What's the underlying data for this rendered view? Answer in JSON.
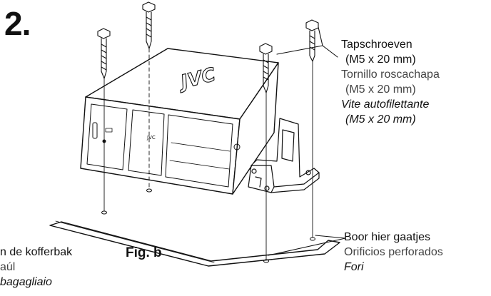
{
  "step_number": "2.",
  "figure_label": "Fig. b",
  "box_logo": "JVC",
  "screw_label": {
    "nl": "Tapschroeven",
    "nl_size": "(M5 x 20 mm)",
    "es": "Tornillo roscachapa",
    "es_size": "(M5 x 20 mm)",
    "it": "Vite autofilettante",
    "it_size": "(M5 x 20 mm)"
  },
  "hole_label": {
    "nl": "Boor hier gaatjes",
    "es": "Orificios perforados",
    "it": "Fori"
  },
  "trunk_label": {
    "nl_partial": "n de kofferbak",
    "es_partial": "aúl",
    "it_partial": "bagagliaio"
  }
}
